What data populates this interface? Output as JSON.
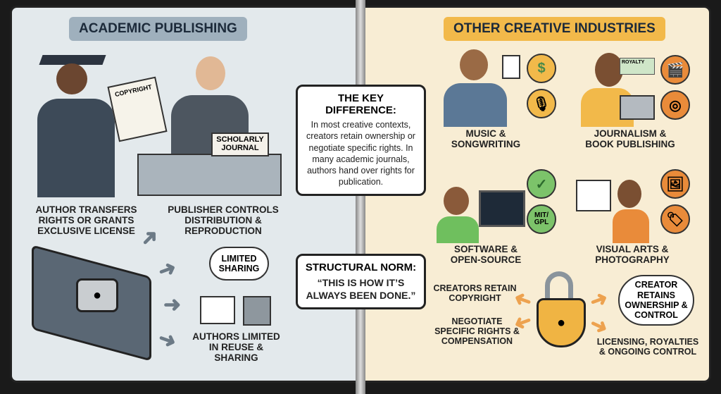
{
  "left": {
    "header": "ACADEMIC PUBLISHING",
    "scroll_label": "COPYRIGHT",
    "desk_sign": "SCHOLARLY JOURNAL",
    "label_transfer": "AUTHOR TRANSFERS RIGHTS OR GRANTS EXCLUSIVE LICENSE",
    "label_publisher": "PUBLISHER CONTROLS DISTRIBUTION & REPRODUCTION",
    "cloud_limited": "LIMITED SHARING",
    "label_authors_limited": "AUTHORS LIMITED IN REUSE & SHARING"
  },
  "center": {
    "key_title": "THE KEY DIFFERENCE:",
    "key_text": "In most creative contexts, creators retain ownership or negotiate specific rights. In many academic journals, authors hand over rights for publication.",
    "norm_title": "STRUCTURAL NORM:",
    "norm_text": "“THIS IS HOW IT’S ALWAYS BEEN DONE.”"
  },
  "right": {
    "header": "OTHER CREATIVE INDUSTRIES",
    "music": "MUSIC & SONGWRITING",
    "journalism": "JOURNALISM & BOOK PUBLISHING",
    "software": "SOFTWARE & OPEN-SOURCE",
    "visual": "VISUAL ARTS & PHOTOGRAPHY",
    "royalty_check": "ROYALTY",
    "license_badge": "MIT/ GPL",
    "retain_copyright": "CREATORS RETAIN COPYRIGHT",
    "negotiate": "NEGOTIATE SPECIFIC RIGHTS & COMPENSATION",
    "cloud_ownership": "CREATOR RETAINS OWNERSHIP & CONTROL",
    "licensing": "LICENSING, ROYALTIES & ONGOING CONTROL"
  },
  "colors": {
    "left_page": "#e3e9ec",
    "right_page": "#f8edd4",
    "left_header": "#9fb0bd",
    "right_header": "#f2b94a",
    "lock_gold": "#f0b443",
    "arrow_orange": "#eda24f",
    "arrow_gray": "#6c7a86"
  }
}
